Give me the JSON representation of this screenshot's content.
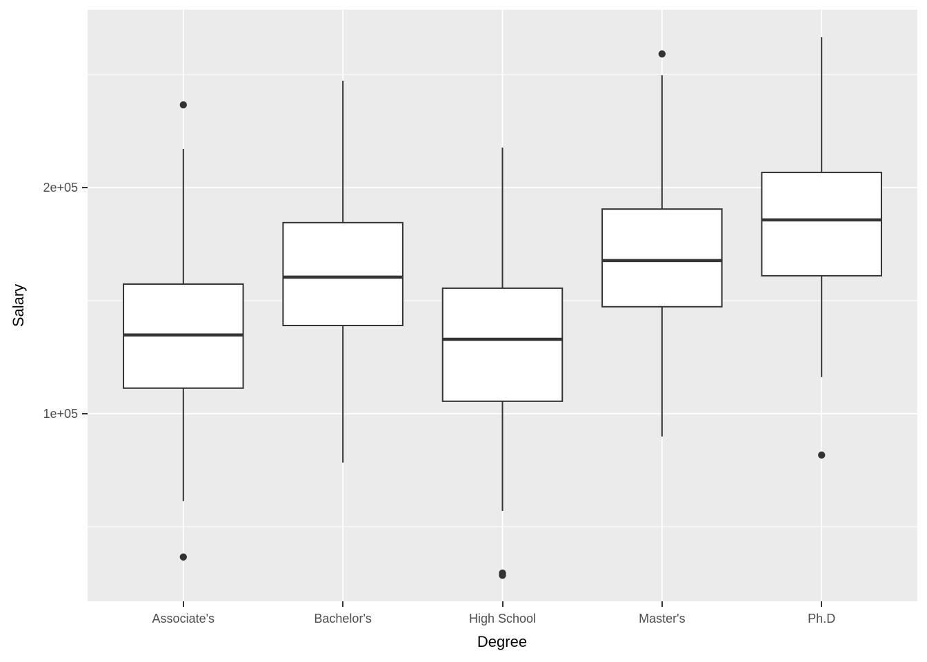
{
  "chart_data": {
    "type": "boxplot",
    "xlabel": "Degree",
    "ylabel": "Salary",
    "categories": [
      "Associate's",
      "Bachelor's",
      "High School",
      "Master's",
      "Ph.D"
    ],
    "series": [
      {
        "category": "Associate's",
        "whisker_low": 61300,
        "q1": 111300,
        "median": 134800,
        "q3": 157300,
        "whisker_high": 217100,
        "outliers": [
          236600,
          36600
        ]
      },
      {
        "category": "Bachelor's",
        "whisker_low": 78400,
        "q1": 139000,
        "median": 160400,
        "q3": 184500,
        "whisker_high": 247300,
        "outliers": []
      },
      {
        "category": "High School",
        "whisker_low": 57000,
        "q1": 105500,
        "median": 132900,
        "q3": 155500,
        "whisker_high": 217700,
        "outliers": [
          29500,
          28500
        ]
      },
      {
        "category": "Master's",
        "whisker_low": 89900,
        "q1": 147300,
        "median": 167700,
        "q3": 190500,
        "whisker_high": 249700,
        "outliers": [
          259100
        ]
      },
      {
        "category": "Ph.D",
        "whisker_low": 116200,
        "q1": 161000,
        "median": 185700,
        "q3": 206700,
        "whisker_high": 266500,
        "outliers": [
          81700
        ]
      }
    ],
    "y_axis": {
      "ticks": [
        {
          "label": "2e+05",
          "value": 200000
        },
        {
          "label": "1e+05",
          "value": 100000
        }
      ],
      "minor_gridlines": [
        250000,
        150000,
        50000
      ],
      "range": [
        17000,
        278700
      ]
    },
    "layout_hints": {
      "grid": "on",
      "legend": "none",
      "panel_background": "#EBEBEB",
      "gridline_color": "#FFFFFF",
      "box_fill": "#FFFFFF",
      "box_stroke": "#333333",
      "tick_label_color": "#4D4D4D",
      "axis_title_color": "#000000"
    }
  }
}
